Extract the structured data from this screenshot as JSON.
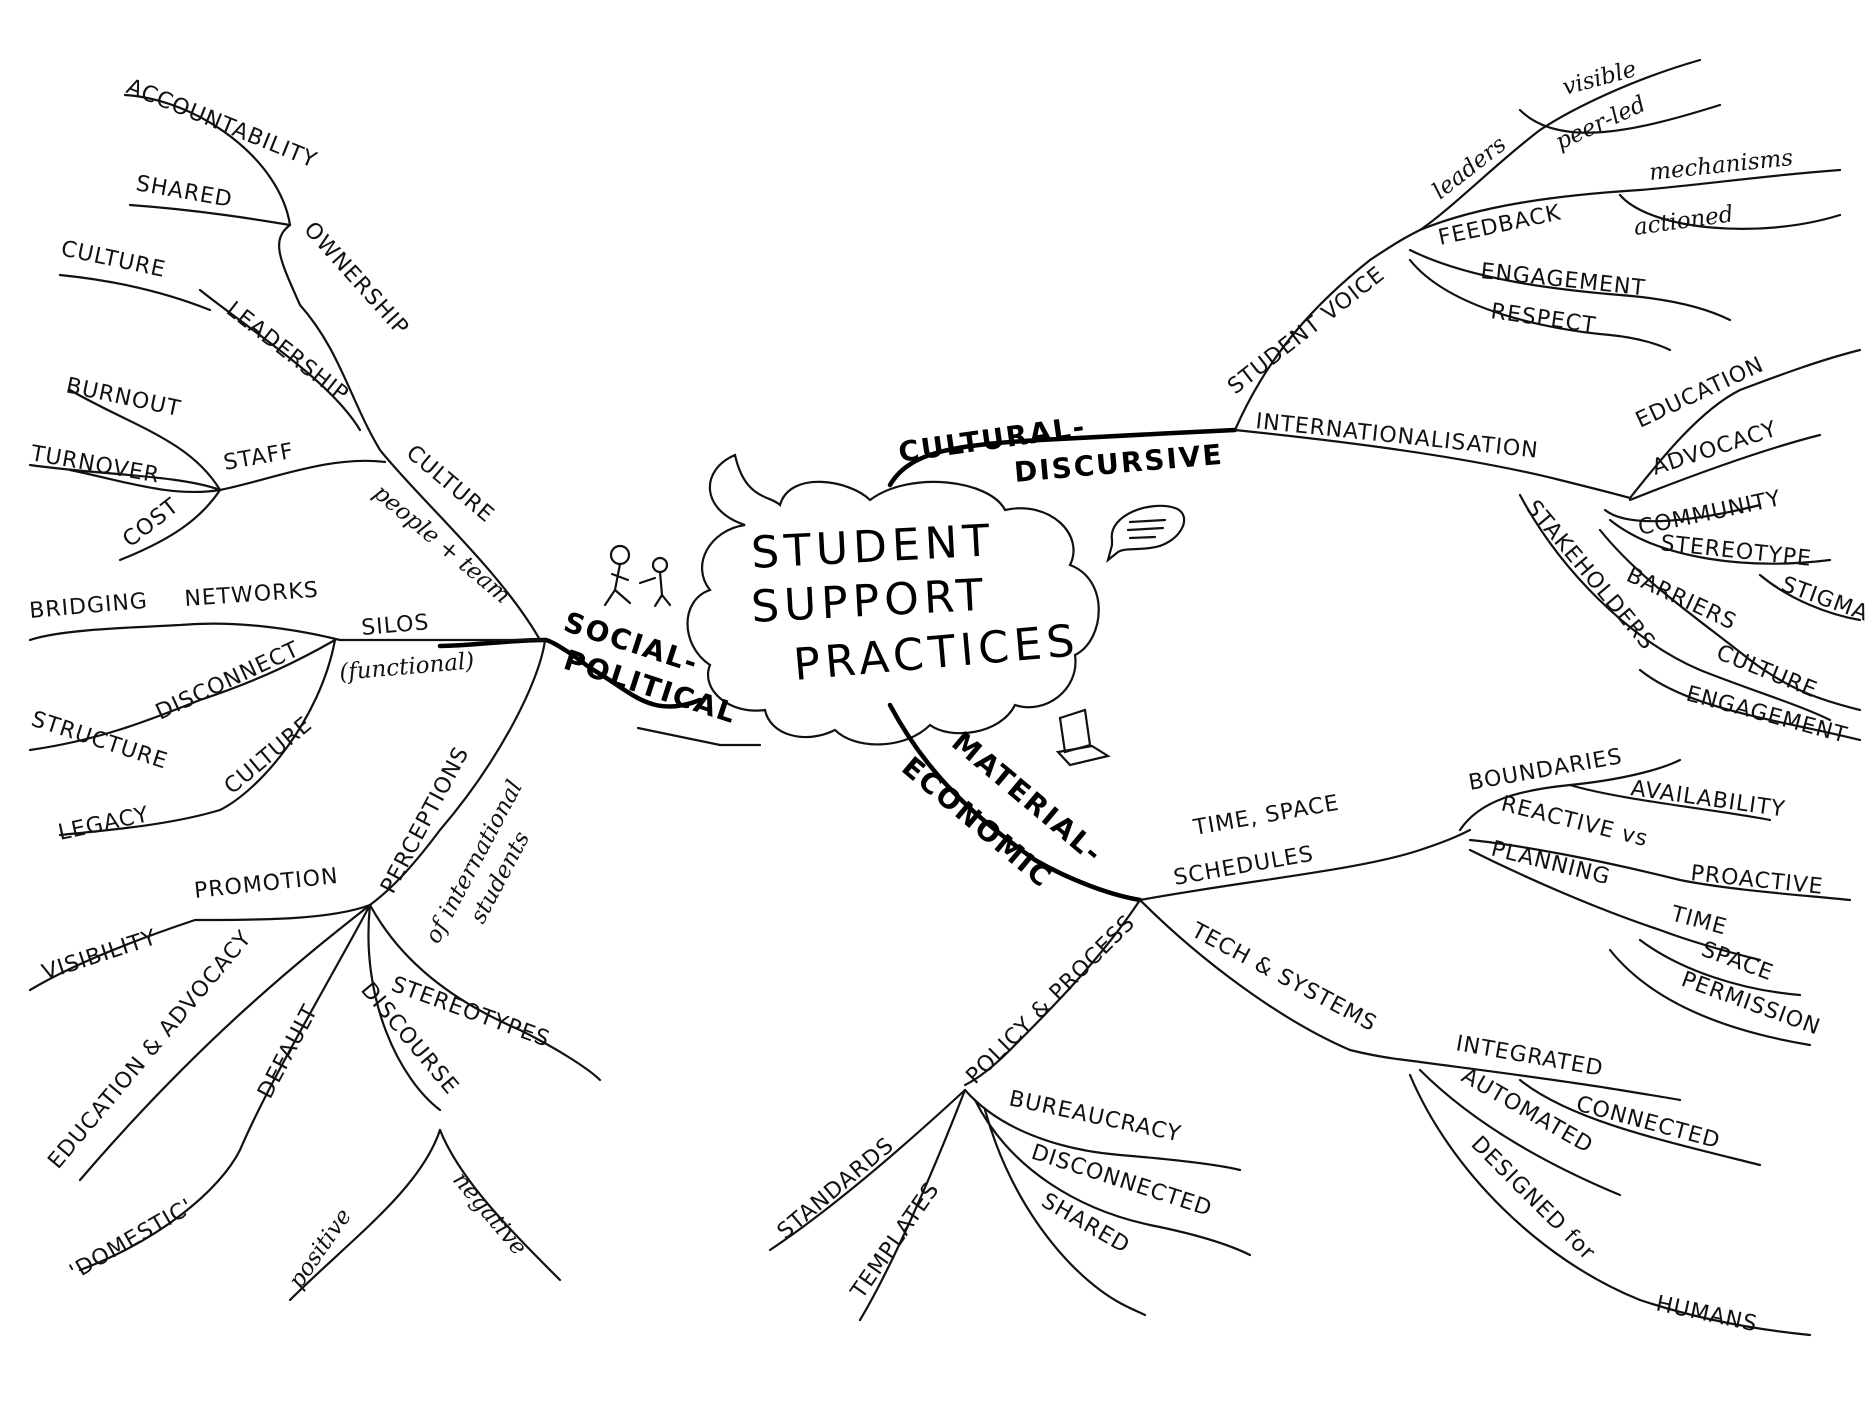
{
  "center": {
    "line1": "STUDENT",
    "line2": "SUPPORT",
    "line3": "PRACTICES"
  },
  "social": {
    "title1": "SOCIAL-",
    "title2": "POLITICAL",
    "culture": "CULTURE",
    "people_team": "people + team",
    "ownership": "OWNERSHIP",
    "accountability": "ACCOUNTABILITY",
    "shared": "SHARED",
    "leadership": "LEADERSHIP",
    "leadership_culture": "CULTURE",
    "staff": "STAFF",
    "burnout": "BURNOUT",
    "turnover": "TURNOVER",
    "cost": "COST",
    "silos": "SILOS",
    "functional": "(functional)",
    "bridging": "BRIDGING",
    "networks": "NETWORKS",
    "disconnect": "DISCONNECT",
    "structure": "STRUCTURE",
    "silos_culture": "CULTURE",
    "legacy": "LEGACY",
    "perceptions": "PERCEPTIONS",
    "of_international": "of international",
    "students": "students",
    "promotion": "PROMOTION",
    "visibility": "VISIBILITY",
    "education_advocacy": "EDUCATION & ADVOCACY",
    "default": "DEFAULT",
    "domestic": "'DOMESTIC'",
    "discourse": "DISCOURSE",
    "positive": "positive",
    "negative": "negative",
    "stereotypes": "STEREOTYPES"
  },
  "cultural": {
    "title1": "CULTURAL-",
    "title2": "DISCURSIVE",
    "student_voice": "STUDENT VOICE",
    "leaders": "leaders",
    "visible": "visible",
    "peer_led": "peer-led",
    "feedback": "FEEDBACK",
    "mechanisms": "mechanisms",
    "actioned": "actioned",
    "engagement": "ENGAGEMENT",
    "respect": "RESPECT",
    "internationalisation": "INTERNATIONALISATION",
    "education": "EDUCATION",
    "advocacy": "ADVOCACY",
    "community": "COMMUNITY",
    "stereotype": "STEREOTYPE",
    "stigma": "STIGMA",
    "barriers": "BARRIERS",
    "stakeholders": "STAKEHOLDERS",
    "culture": "CULTURE",
    "engagement2": "ENGAGEMENT"
  },
  "material": {
    "title1": "MATERIAL-",
    "title2": "ECONOMIC",
    "time_space": "TIME, SPACE",
    "schedules": "SCHEDULES",
    "boundaries": "BOUNDARIES",
    "availability": "AVAILABILITY",
    "reactive_vs": "REACTIVE vs",
    "proactive": "PROACTIVE",
    "planning": "PLANNING",
    "time": "TIME",
    "space": "SPACE",
    "permission": "PERMISSION",
    "tech_systems": "TECH & SYSTEMS",
    "integrated": "INTEGRATED",
    "connected": "CONNECTED",
    "automated": "AUTOMATED",
    "designed_for": "DESIGNED for",
    "humans": "HUMANS",
    "policy_process": "POLICY & PROCESS",
    "standards": "STANDARDS",
    "templates": "TEMPLATES",
    "bureaucracy": "BUREAUCRACY",
    "disconnected": "DISCONNECTED",
    "shared": "SHARED"
  }
}
